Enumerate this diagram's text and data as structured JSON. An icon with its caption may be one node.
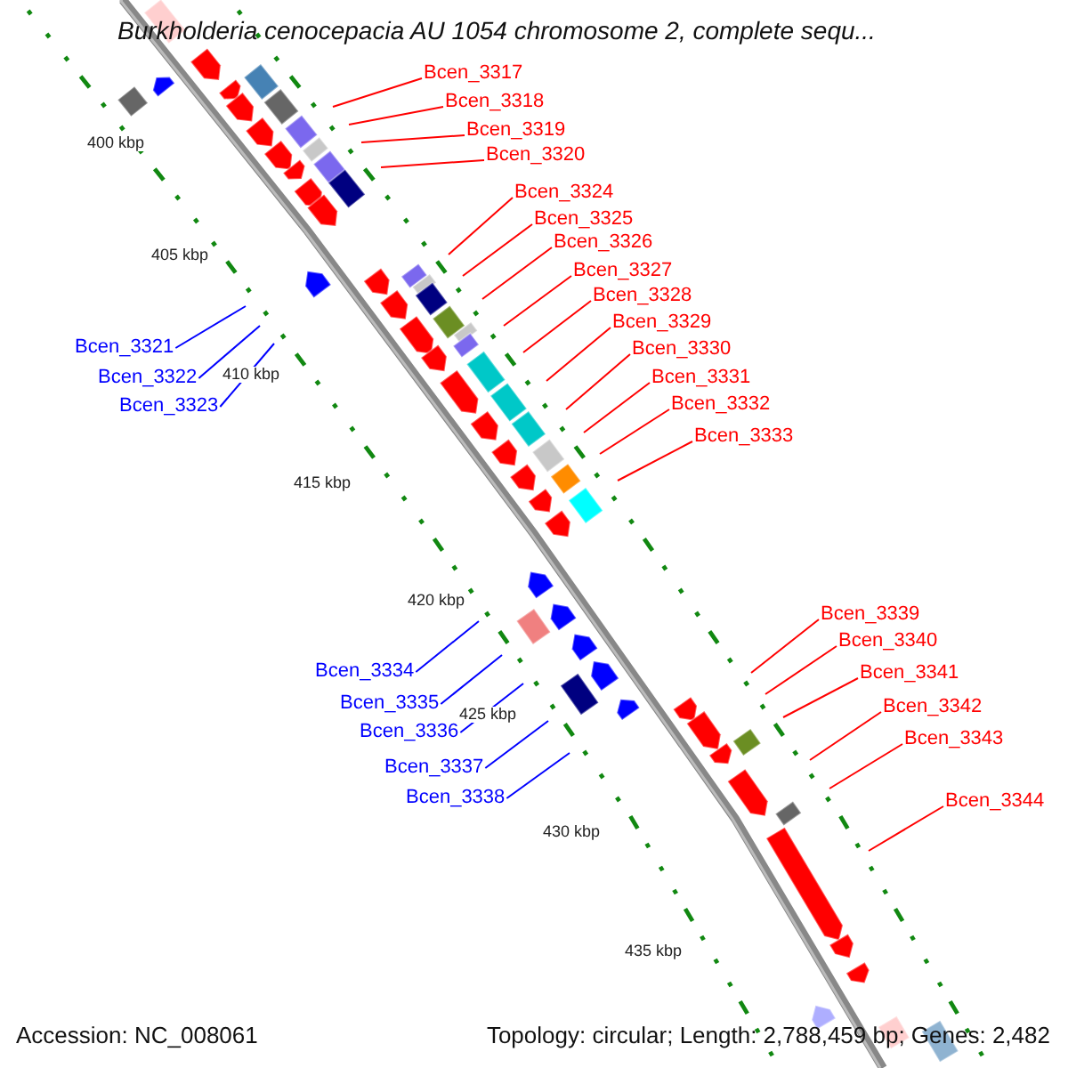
{
  "diagram": {
    "title": "Burkholderia cenocepacia AU 1054 chromosome 2, complete sequ...",
    "nodes": [
      {
        "text": [
          "Bcen_3317"
        ]
      },
      {
        "text": [
          "Bcen_3318"
        ]
      },
      {
        "text": [
          "Bcen_3319"
        ]
      },
      {
        "text": [
          "Bcen_3320"
        ]
      },
      {
        "text": [
          "Bcen_3321"
        ]
      },
      {
        "text": [
          "Bcen_3322"
        ]
      },
      {
        "text": [
          "Bcen_3323"
        ]
      },
      {
        "text": [
          "Bcen_3324"
        ]
      },
      {
        "text": [
          "Bcen_3325"
        ]
      },
      {
        "text": [
          "Bcen_3326"
        ]
      },
      {
        "text": [
          "Bcen_3327"
        ]
      },
      {
        "text": [
          "Bcen_3328"
        ]
      },
      {
        "text": [
          "Bcen_3329"
        ]
      },
      {
        "text": [
          "Bcen_3330"
        ]
      },
      {
        "text": [
          "Bcen_3331"
        ]
      },
      {
        "text": [
          "Bcen_3332"
        ]
      },
      {
        "text": [
          "Bcen_3333"
        ]
      },
      {
        "text": [
          "Bcen_3334"
        ]
      },
      {
        "text": [
          "Bcen_3335"
        ]
      },
      {
        "text": [
          "Bcen_3336"
        ]
      },
      {
        "text": [
          "Bcen_3337"
        ]
      },
      {
        "text": [
          "Bcen_3338"
        ]
      },
      {
        "text": [
          "Bcen_3339"
        ]
      },
      {
        "text": [
          "Bcen_3340"
        ]
      },
      {
        "text": [
          "Bcen_3341"
        ]
      },
      {
        "text": [
          "Bcen_3342"
        ]
      },
      {
        "text": [
          "Bcen_3343"
        ]
      },
      {
        "text": [
          "Bcen_3344"
        ]
      }
    ],
    "edges": [
      {
        "from": 0,
        "to": null,
        "arrow": "none"
      },
      {
        "from": 1,
        "to": null,
        "arrow": "none"
      },
      {
        "from": 2,
        "to": null,
        "arrow": "none"
      },
      {
        "from": 3,
        "to": null,
        "arrow": "none"
      },
      {
        "from": 4,
        "to": null,
        "arrow": "none",
        "color": "#0000ff"
      },
      {
        "from": 5,
        "to": null,
        "arrow": "none",
        "color": "#0000ff"
      },
      {
        "from": 6,
        "to": null,
        "arrow": "none",
        "color": "#0000ff"
      },
      {
        "from": 7,
        "to": null,
        "arrow": "none"
      },
      {
        "from": 8,
        "to": null,
        "arrow": "none"
      },
      {
        "from": 9,
        "to": null,
        "arrow": "none"
      },
      {
        "from": 10,
        "to": null,
        "arrow": "none"
      },
      {
        "from": 11,
        "to": null,
        "arrow": "none"
      },
      {
        "from": 12,
        "to": null,
        "arrow": "none"
      },
      {
        "from": 13,
        "to": null,
        "arrow": "none"
      },
      {
        "from": 14,
        "to": null,
        "arrow": "none"
      },
      {
        "from": 15,
        "to": null,
        "arrow": "none"
      },
      {
        "from": 16,
        "to": null,
        "arrow": "none"
      },
      {
        "from": 17,
        "to": null,
        "arrow": "none",
        "color": "#0000ff"
      },
      {
        "from": 18,
        "to": null,
        "arrow": "none",
        "color": "#0000ff"
      },
      {
        "from": 19,
        "to": null,
        "arrow": "none",
        "color": "#0000ff"
      },
      {
        "from": 20,
        "to": null,
        "arrow": "none",
        "color": "#0000ff"
      },
      {
        "from": 21,
        "to": null,
        "arrow": "none",
        "color": "#0000ff"
      },
      {
        "from": 22,
        "to": null,
        "arrow": "none"
      },
      {
        "from": 23,
        "to": null,
        "arrow": "none"
      },
      {
        "from": 24,
        "to": null,
        "arrow": "none"
      },
      {
        "from": 25,
        "to": null,
        "arrow": "none"
      },
      {
        "from": 26,
        "to": null,
        "arrow": "none"
      },
      {
        "from": 27,
        "to": null,
        "arrow": "none"
      }
    ],
    "labels": [
      "400 kbp",
      "405 kbp",
      "410 kbp",
      "415 kbp",
      "420 kbp",
      "425 kbp",
      "430 kbp",
      "435 kbp",
      "Accession: NC_008061",
      "Topology: circular; Length: 2,788,459 bp; Genes: 2,482"
    ]
  }
}
